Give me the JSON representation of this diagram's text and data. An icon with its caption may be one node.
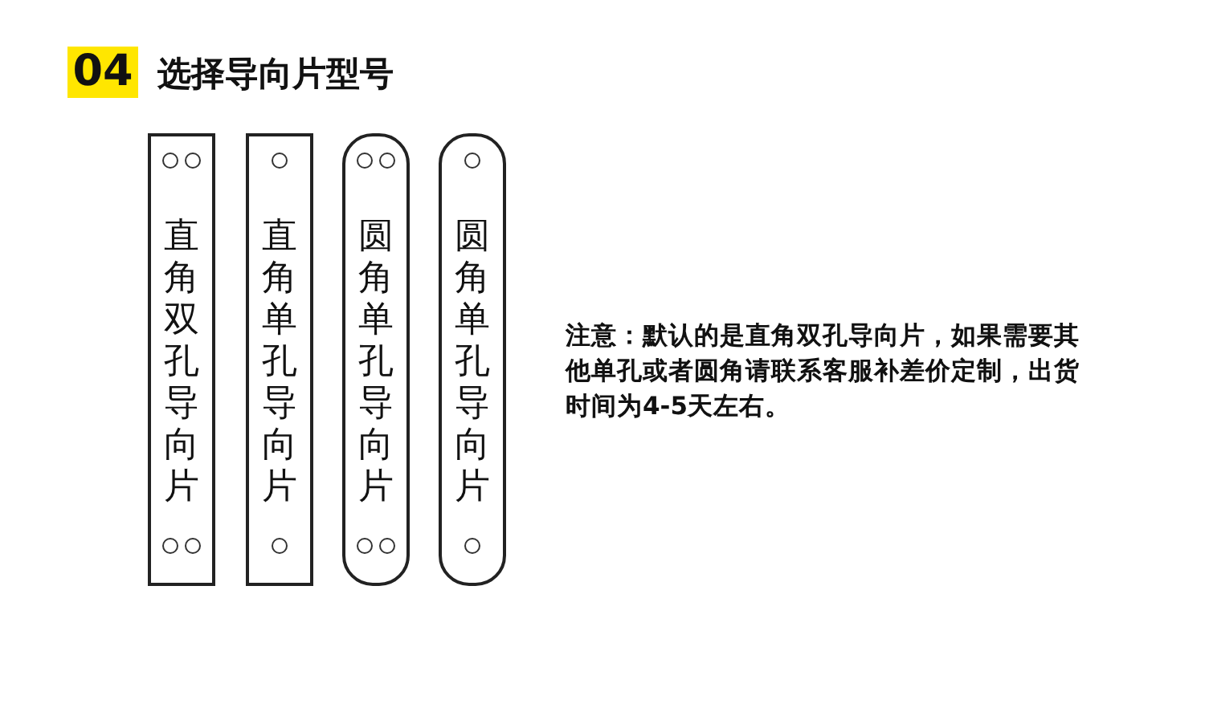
{
  "diagram": {
    "title": "选择导向片型号",
    "nodes": [
      {
        "text": [
          "直角双孔导向片"
        ]
      },
      {
        "text": [
          "直角单孔导向片"
        ]
      },
      {
        "text": [
          "圆角单孔导向片"
        ]
      },
      {
        "text": [
          "圆角单孔导向片"
        ]
      }
    ],
    "labels": [
      "04",
      "注意：默认的是直角双孔导向片，如果需要其他单孔或者圆角请联系客服补差价定制，出货时间为4-5天左右。"
    ]
  }
}
